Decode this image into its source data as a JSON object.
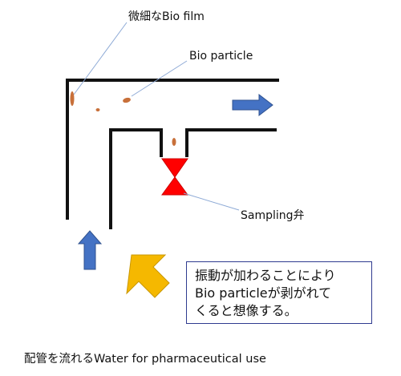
{
  "labels": {
    "biofilm": "微細なBio film",
    "bio_particle": "Bio particle",
    "sampling_valve": "Sampling弁"
  },
  "note": {
    "lines": [
      "振動が加わることにより",
      "Bio particleが剥がれて",
      "くると想像する。"
    ]
  },
  "caption": "配管を流れるWater for pharmaceutical use",
  "colors": {
    "pipe": "#111111",
    "flow_arrow": "#4472c4",
    "vibration_arrow": "#f5b800",
    "valve": "#ff0000",
    "particle": "#c8703a",
    "leader_line": "#8eaad6",
    "note_border": "#2f3b8f"
  },
  "icons": {
    "flow": "arrow-icon",
    "vibration": "vibration-arrow-icon",
    "valve": "valve-icon"
  }
}
